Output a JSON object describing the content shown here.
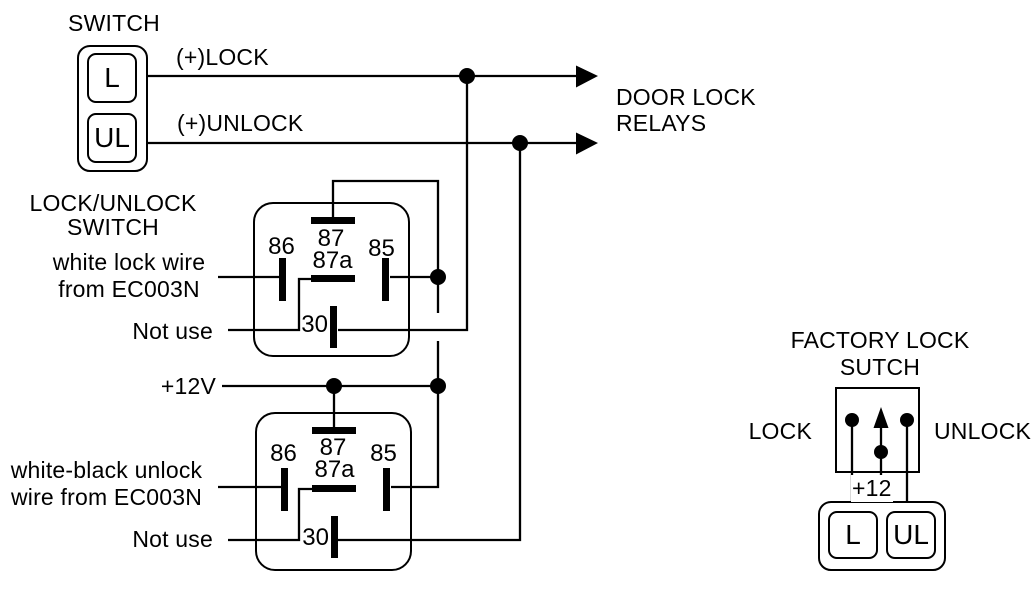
{
  "colors": {
    "ink": "#000000",
    "background": "#ffffff"
  },
  "remote_switch": {
    "title": "SWITCH",
    "lock_button": "L",
    "unlock_button": "UL",
    "caption_line1": "LOCK/UNLOCK",
    "caption_line2": "SWITCH"
  },
  "outputs": {
    "lock_label": "(+)LOCK",
    "unlock_label": "(+)UNLOCK",
    "dest_line1": "DOOR LOCK",
    "dest_line2": "RELAYS"
  },
  "power": {
    "label": "+12V"
  },
  "lock_relay": {
    "pin86": "86",
    "pin87": "87",
    "pin87a": "87a",
    "pin85": "85",
    "pin30": "30",
    "wire_line1": "white lock wire",
    "wire_line2": "from EC003N",
    "not_use": "Not use"
  },
  "unlock_relay": {
    "pin86": "86",
    "pin87": "87",
    "pin87a": "87a",
    "pin85": "85",
    "pin30": "30",
    "wire_line1": "white-black unlock",
    "wire_line2": "wire from EC003N",
    "not_use": "Not use"
  },
  "factory_switch": {
    "title_line1": "FACTORY LOCK",
    "title_line2": "SUTCH",
    "lock_label": "LOCK",
    "unlock_label": "UNLOCK",
    "power_label": "+12",
    "lock_button": "L",
    "unlock_button": "UL"
  }
}
